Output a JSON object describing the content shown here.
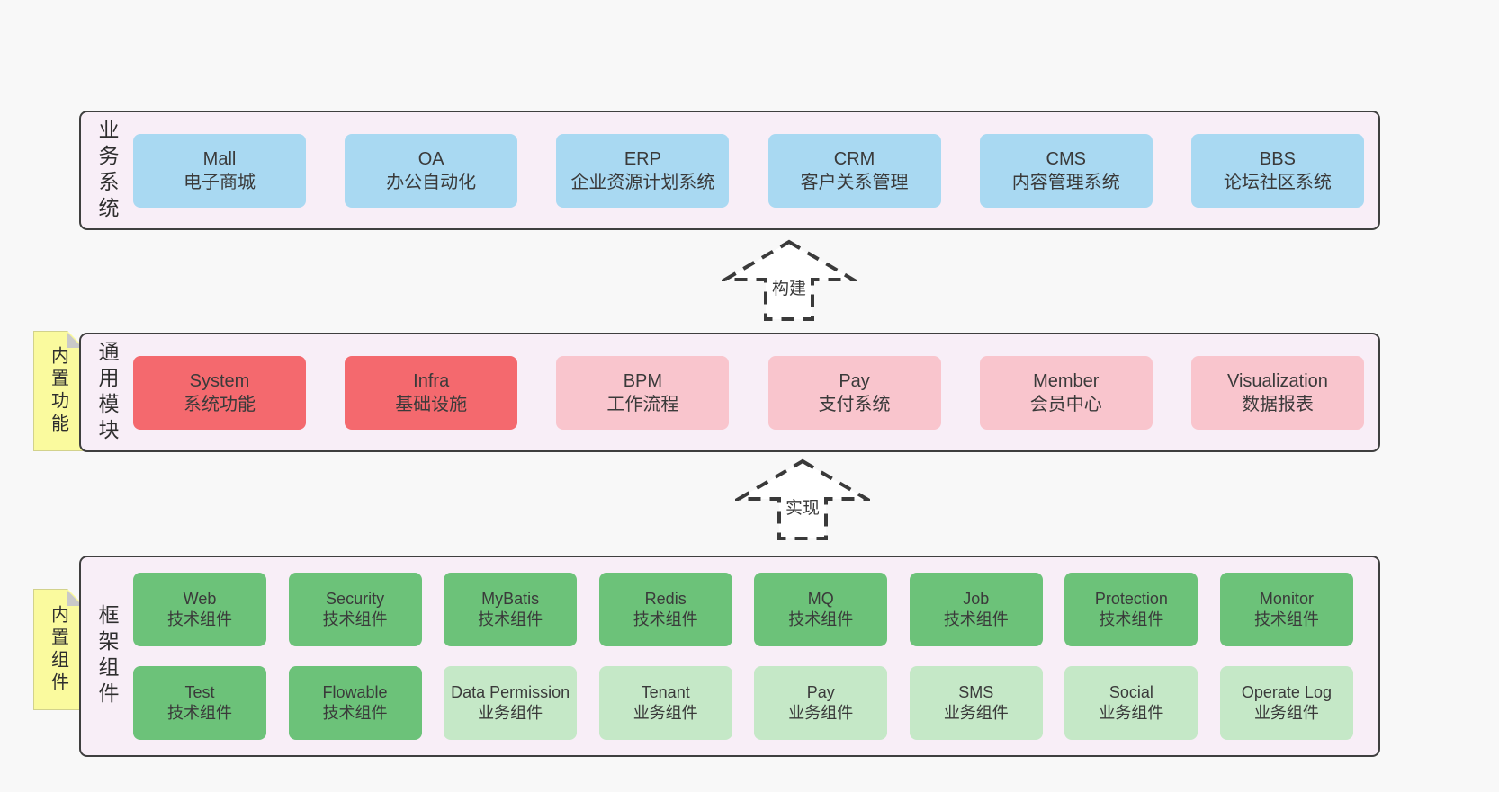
{
  "colors": {
    "background": "#f8f8f8",
    "container": "#f8eef7",
    "border": "#3f3f3f",
    "blue": "#a9d9f2",
    "red": "#f4696e",
    "pink": "#f9c5cd",
    "green": "#6cc279",
    "green_light": "#c5e8c7",
    "note": "#fafa9e",
    "note_fold": "#c9c9c9",
    "arrow": "#3a3a3a"
  },
  "layers": [
    {
      "side_label": "业务系统",
      "rows": [
        [
          {
            "title": "Mall",
            "subtitle": "电子商城",
            "variant": "blue"
          },
          {
            "title": "OA",
            "subtitle": "办公自动化",
            "variant": "blue"
          },
          {
            "title": "ERP",
            "subtitle": "企业资源计划系统",
            "variant": "blue"
          },
          {
            "title": "CRM",
            "subtitle": "客户关系管理",
            "variant": "blue"
          },
          {
            "title": "CMS",
            "subtitle": "内容管理系统",
            "variant": "blue"
          },
          {
            "title": "BBS",
            "subtitle": "论坛社区系统",
            "variant": "blue"
          }
        ]
      ]
    },
    {
      "side_label": "通用模块",
      "sticky_note": "内置功能",
      "rows": [
        [
          {
            "title": "System",
            "subtitle": "系统功能",
            "variant": "red"
          },
          {
            "title": "Infra",
            "subtitle": "基础设施",
            "variant": "red"
          },
          {
            "title": "BPM",
            "subtitle": "工作流程",
            "variant": "pink"
          },
          {
            "title": "Pay",
            "subtitle": "支付系统",
            "variant": "pink"
          },
          {
            "title": "Member",
            "subtitle": "会员中心",
            "variant": "pink"
          },
          {
            "title": "Visualization",
            "subtitle": "数据报表",
            "variant": "pink"
          }
        ]
      ]
    },
    {
      "side_label": "框架组件",
      "sticky_note": "内置组件",
      "rows": [
        [
          {
            "title": "Web",
            "subtitle": "技术组件",
            "variant": "green"
          },
          {
            "title": "Security",
            "subtitle": "技术组件",
            "variant": "green"
          },
          {
            "title": "MyBatis",
            "subtitle": "技术组件",
            "variant": "green"
          },
          {
            "title": "Redis",
            "subtitle": "技术组件",
            "variant": "green"
          },
          {
            "title": "MQ",
            "subtitle": "技术组件",
            "variant": "green"
          },
          {
            "title": "Job",
            "subtitle": "技术组件",
            "variant": "green"
          },
          {
            "title": "Protection",
            "subtitle": "技术组件",
            "variant": "green"
          },
          {
            "title": "Monitor",
            "subtitle": "技术组件",
            "variant": "green"
          }
        ],
        [
          {
            "title": "Test",
            "subtitle": "技术组件",
            "variant": "green"
          },
          {
            "title": "Flowable",
            "subtitle": "技术组件",
            "variant": "green"
          },
          {
            "title": "Data Permission",
            "subtitle": "业务组件",
            "variant": "green_light"
          },
          {
            "title": "Tenant",
            "subtitle": "业务组件",
            "variant": "green_light"
          },
          {
            "title": "Pay",
            "subtitle": "业务组件",
            "variant": "green_light"
          },
          {
            "title": "SMS",
            "subtitle": "业务组件",
            "variant": "green_light"
          },
          {
            "title": "Social",
            "subtitle": "业务组件",
            "variant": "green_light"
          },
          {
            "title": "Operate Log",
            "subtitle": "业务组件",
            "variant": "green_light"
          }
        ]
      ]
    }
  ],
  "arrows": [
    {
      "label": "构建"
    },
    {
      "label": "实现"
    }
  ]
}
